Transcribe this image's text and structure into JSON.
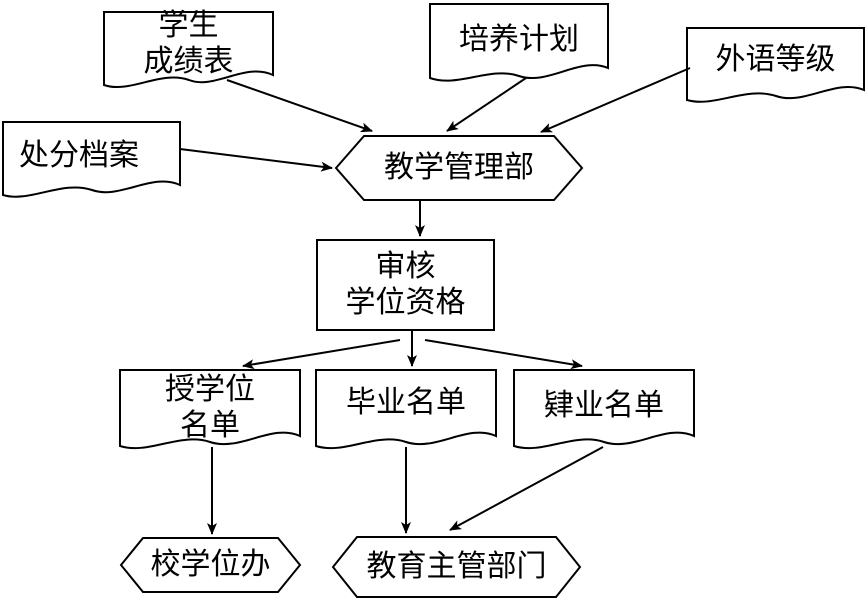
{
  "nodes": {
    "student_grades": {
      "line1": "学生",
      "line2": "成绩表"
    },
    "training_plan": {
      "text": "培养计划"
    },
    "foreign_language_level": {
      "text": "外语等级"
    },
    "disciplinary_records": {
      "text": "处分档案"
    },
    "academic_affairs": {
      "text": "教学管理部"
    },
    "review_degree": {
      "line1": "审核",
      "line2": "学位资格"
    },
    "degree_list": {
      "line1": "授学位",
      "line2": "名单"
    },
    "graduation_list": {
      "text": "毕业名单"
    },
    "completion_list": {
      "text": "肄业名单"
    },
    "degree_office": {
      "text": "校学位办"
    },
    "education_dept": {
      "text": "教育主管部门"
    }
  },
  "colors": {
    "stroke": "#000000",
    "background": "#ffffff"
  }
}
